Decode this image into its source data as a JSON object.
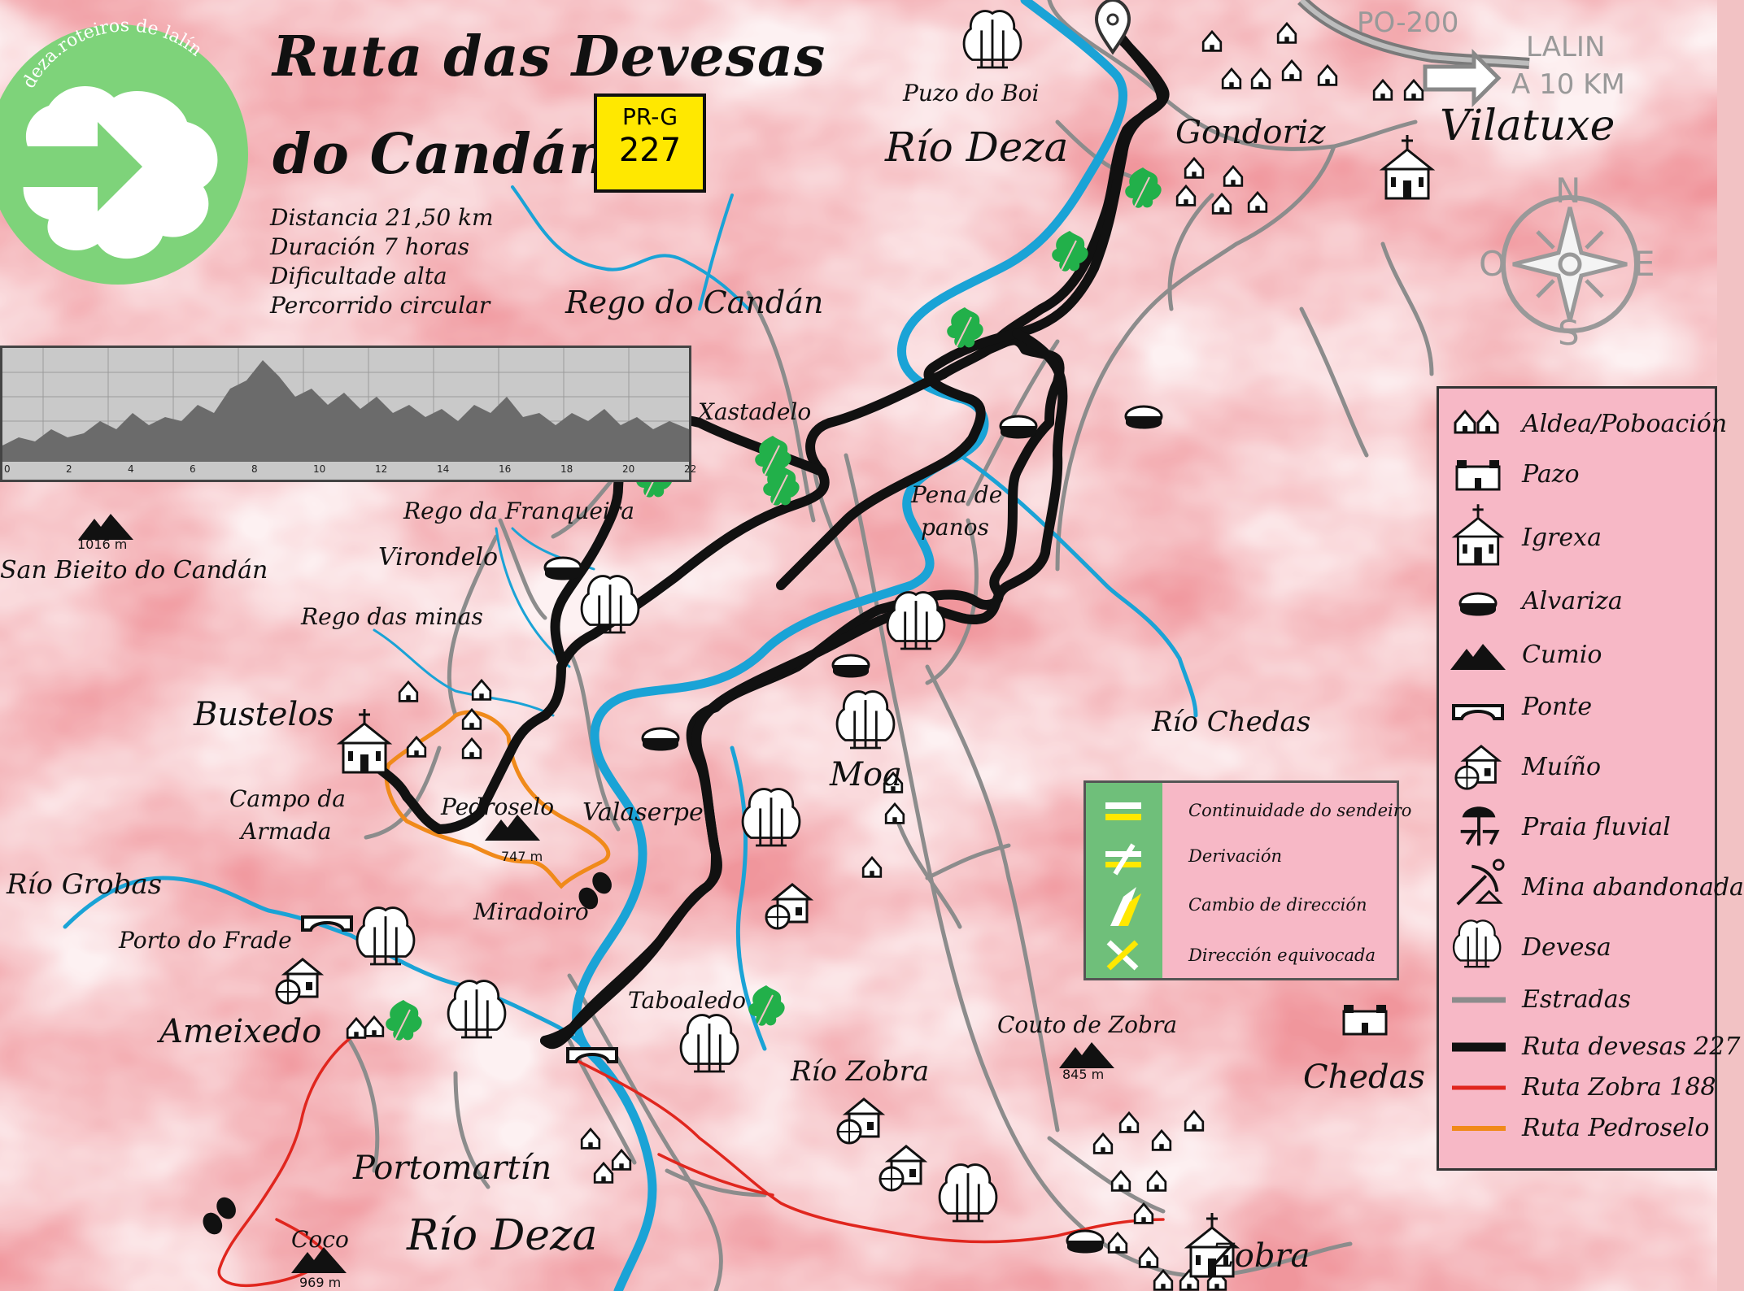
{
  "title_line1": "Ruta das Devesas",
  "title_line2": "do Candán",
  "badge": {
    "line1": "PR-G",
    "line2": "227"
  },
  "logo_text": "deza.roteiros de lalín",
  "stats": [
    "Distancia 21,50 km",
    "Duración 7 horas",
    "Dificultade alta",
    "Percorrido circular"
  ],
  "profile": {
    "ticks": [
      "0",
      "2",
      "4",
      "6",
      "8",
      "10",
      "12",
      "14",
      "16",
      "18",
      "20",
      "22"
    ]
  },
  "road": {
    "code": "PO-200",
    "sign_line1": "LALIN",
    "sign_line2": "A 10 KM"
  },
  "compass": {
    "n": "N",
    "s": "S",
    "e": "E",
    "w": "O"
  },
  "peaks": [
    {
      "name": "1016 m"
    },
    {
      "name": "747 m"
    },
    {
      "name": "845 m"
    },
    {
      "name": "969 m"
    }
  ],
  "labels": {
    "puzo": "Puzo do Boi",
    "rio_deza_top": "Río Deza",
    "gondoriz": "Gondoriz",
    "vilatuxe": "Vilatuxe",
    "rego_candan": "Rego do Candán",
    "xastadelo": "Xastadelo",
    "pena": "Pena de",
    "panos": "panos",
    "rego_franqueira": "Rego da Franqueira",
    "virondelo": "Virondelo",
    "san_bieito": "San Bieito do Candán",
    "rego_minas": "Rego das minas",
    "bustelos": "Bustelos",
    "campo": "Campo da",
    "armada": "Armada",
    "pedroselo": "Pedroselo",
    "valaserpe": "Valaserpe",
    "miradoiro": "Miradoiro",
    "rio_grobas": "Río Grobas",
    "porto_frade": "Porto do Frade",
    "ameixedo": "Ameixedo",
    "taboaledo": "Taboaledo",
    "moa": "Moa",
    "rio_chedas": "Río Chedas",
    "couto_zobra": "Couto de Zobra",
    "chedas": "Chedas",
    "rio_zobra": "Río Zobra",
    "portomartin": "Portomartín",
    "rio_deza_bottom": "Río Deza",
    "coco": "Coco",
    "zobra": "Zobra"
  },
  "legend": [
    "Aldea/Poboación",
    "Pazo",
    "Igrexa",
    "Alvariza",
    "Cumio",
    "Ponte",
    "Muíño",
    "Praia fluvial",
    "Mina abandonada",
    "Devesa",
    "Estradas",
    "Ruta devesas 227",
    "Ruta Zobra 188",
    "Ruta Pedroselo"
  ],
  "signs": [
    "Continuidade do sendeiro",
    "Derivación",
    "Cambio de dirección",
    "Dirección equivocada"
  ],
  "colors": {
    "route227": "#111111",
    "route188": "#e0261e",
    "pedroselo": "#f08a1a",
    "river": "#1aa3d6",
    "road": "#8c8c8c",
    "leaf": "#22b04a",
    "logo": "#7ed37a"
  }
}
